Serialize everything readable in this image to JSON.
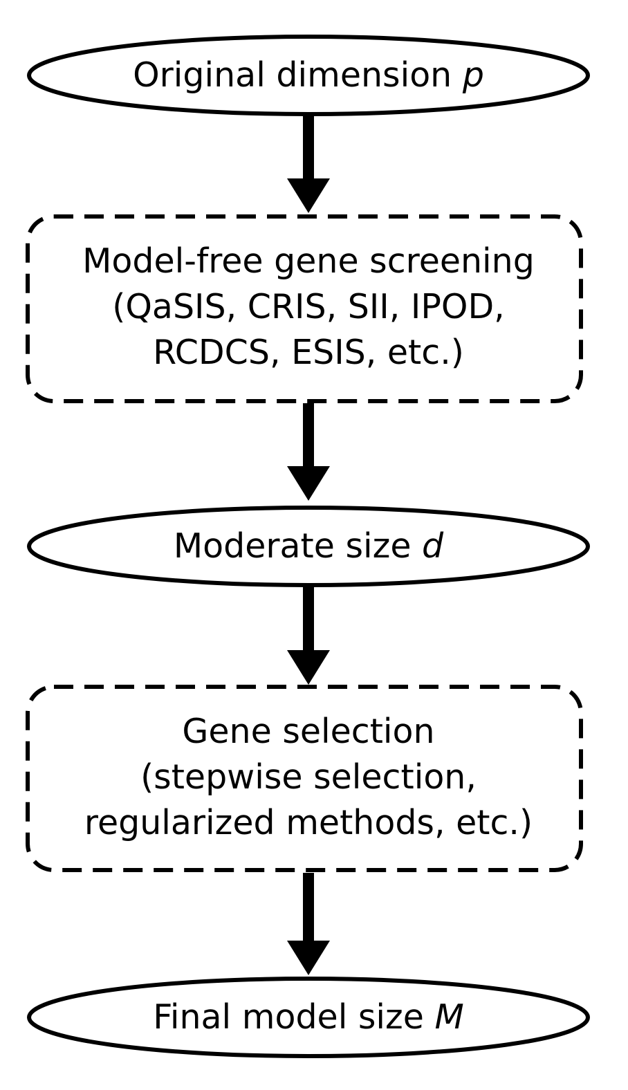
{
  "nodes": {
    "original": {
      "text": "Original dimension ",
      "symbol": "p"
    },
    "screening": {
      "title": "Model-free gene screening",
      "methods_line1": "(QaSIS, CRIS, SII, IPOD,",
      "methods_line2": "RCDCS, ESIS, etc.)"
    },
    "moderate": {
      "text": "Moderate size ",
      "symbol": "d"
    },
    "selection": {
      "title": "Gene selection",
      "methods_line1": "(stepwise selection,",
      "methods_line2": "regularized methods, etc.)"
    },
    "final": {
      "text": "Final model size ",
      "symbol": "M"
    }
  }
}
